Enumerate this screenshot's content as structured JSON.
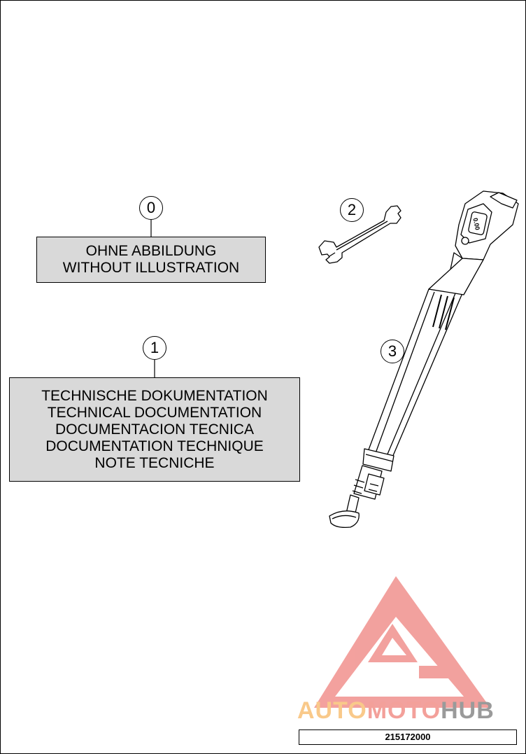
{
  "callouts": [
    {
      "number": "0"
    },
    {
      "number": "1"
    },
    {
      "number": "2"
    },
    {
      "number": "3"
    }
  ],
  "label_box_0": {
    "lines": [
      "OHNE ABBILDUNG",
      "WITHOUT ILLUSTRATION"
    ]
  },
  "label_box_1": {
    "lines": [
      "TECHNISCHE DOKUMENTATION",
      "TECHNICAL DOCUMENTATION",
      "DOCUMENTACION TECNICA",
      "DOCUMENTATION TECHNIQUE",
      "NOTE TECNICHE"
    ]
  },
  "pump_display": "0.00",
  "watermark": {
    "parts": [
      "AUTO",
      "MOTO",
      "HUB"
    ],
    "colors": {
      "auto": "#f9c98a",
      "moto": "#f3a09a",
      "hub": "#9a9a9a",
      "logo": "#f08a86"
    }
  },
  "document_number": "215172000",
  "colors": {
    "box_fill": "#d9d9d9",
    "line": "#000000"
  },
  "icons": [
    "open-end-wrench-icon",
    "suspension-pump-icon",
    "watermark-logo-icon"
  ]
}
